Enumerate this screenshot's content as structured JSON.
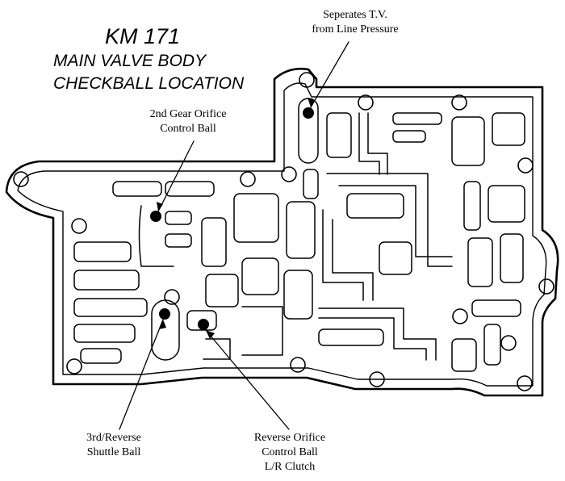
{
  "title": {
    "main": "KM 171",
    "line1": "MAIN VALVE BODY",
    "line2": "CHECKBALL LOCATION"
  },
  "callouts": {
    "tv": {
      "line1": "Seperates T.V.",
      "line2": "from Line Pressure"
    },
    "second_gear": {
      "line1": "2nd Gear Orifice",
      "line2": "Control Ball"
    },
    "third_reverse": {
      "line1": "3rd/Reverse",
      "line2": "Shuttle Ball"
    },
    "reverse_orifice": {
      "line1": "Reverse Orifice",
      "line2": "Control Ball",
      "line3": "L/R Clutch"
    }
  },
  "colors": {
    "ink": "#000000",
    "paper": "#ffffff"
  }
}
